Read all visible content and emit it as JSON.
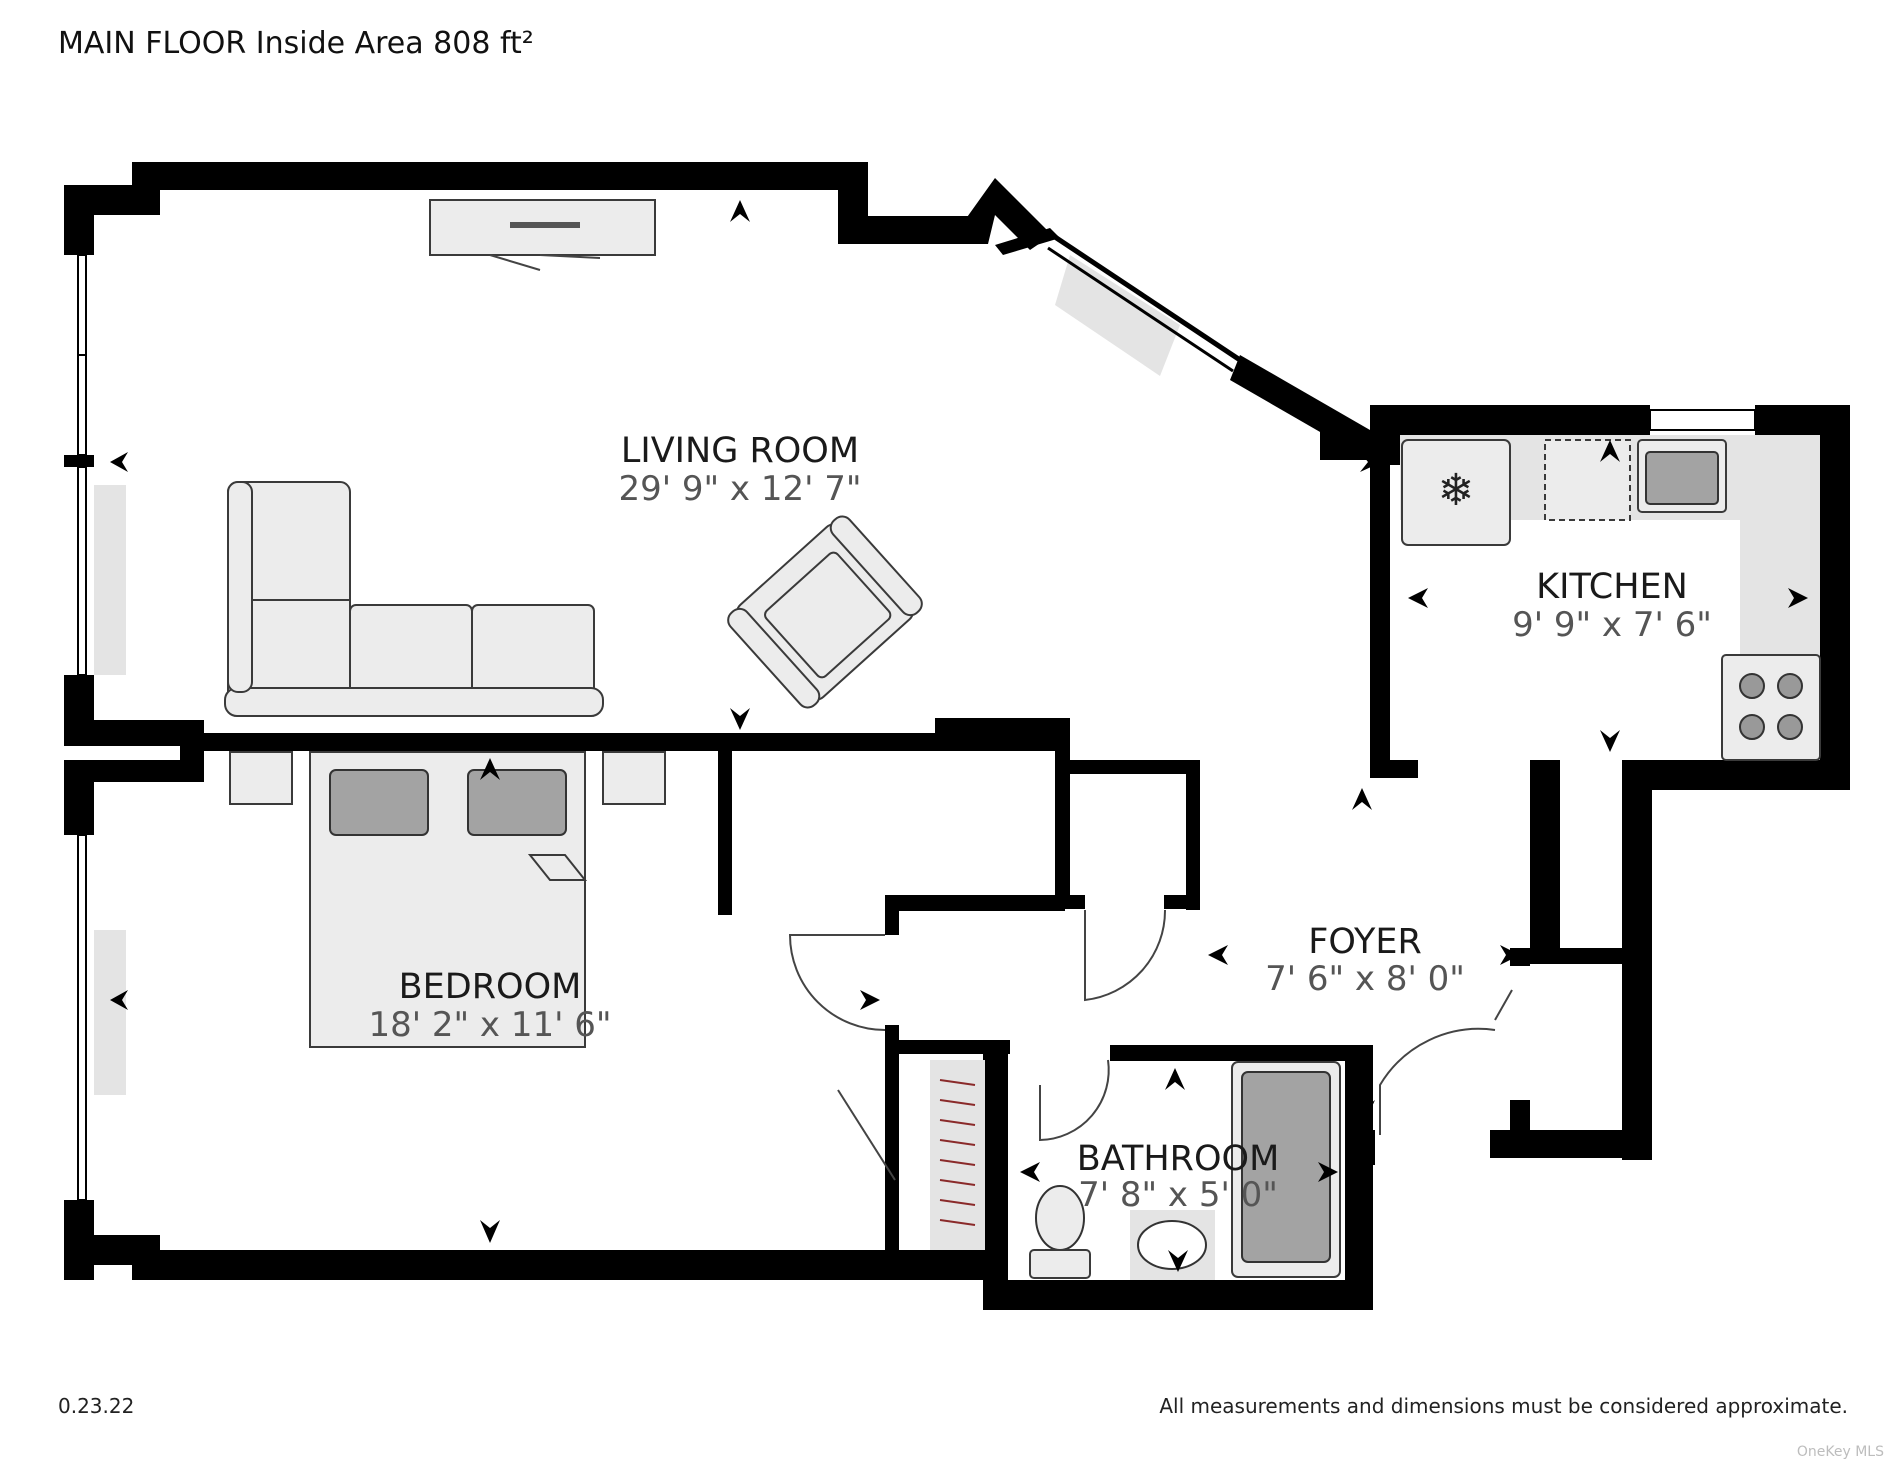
{
  "header": {
    "title": "MAIN FLOOR Inside Area 808 ft²"
  },
  "rooms": {
    "living": {
      "name": "LIVING ROOM",
      "dims": "29' 9\" x 12' 7\""
    },
    "kitchen": {
      "name": "KITCHEN",
      "dims": "9' 9\" x 7' 6\""
    },
    "bedroom": {
      "name": "BEDROOM",
      "dims": "18' 2\" x 11' 6\""
    },
    "foyer": {
      "name": "FOYER",
      "dims": "7' 6\" x 8' 0\""
    },
    "bathroom": {
      "name": "BATHROOM",
      "dims": "7' 8\" x 5' 0\""
    }
  },
  "footer": {
    "date_code": "0.23.22",
    "disclaimer": "All measurements and dimensions must be considered approximate.",
    "watermark": "OneKey MLS"
  }
}
